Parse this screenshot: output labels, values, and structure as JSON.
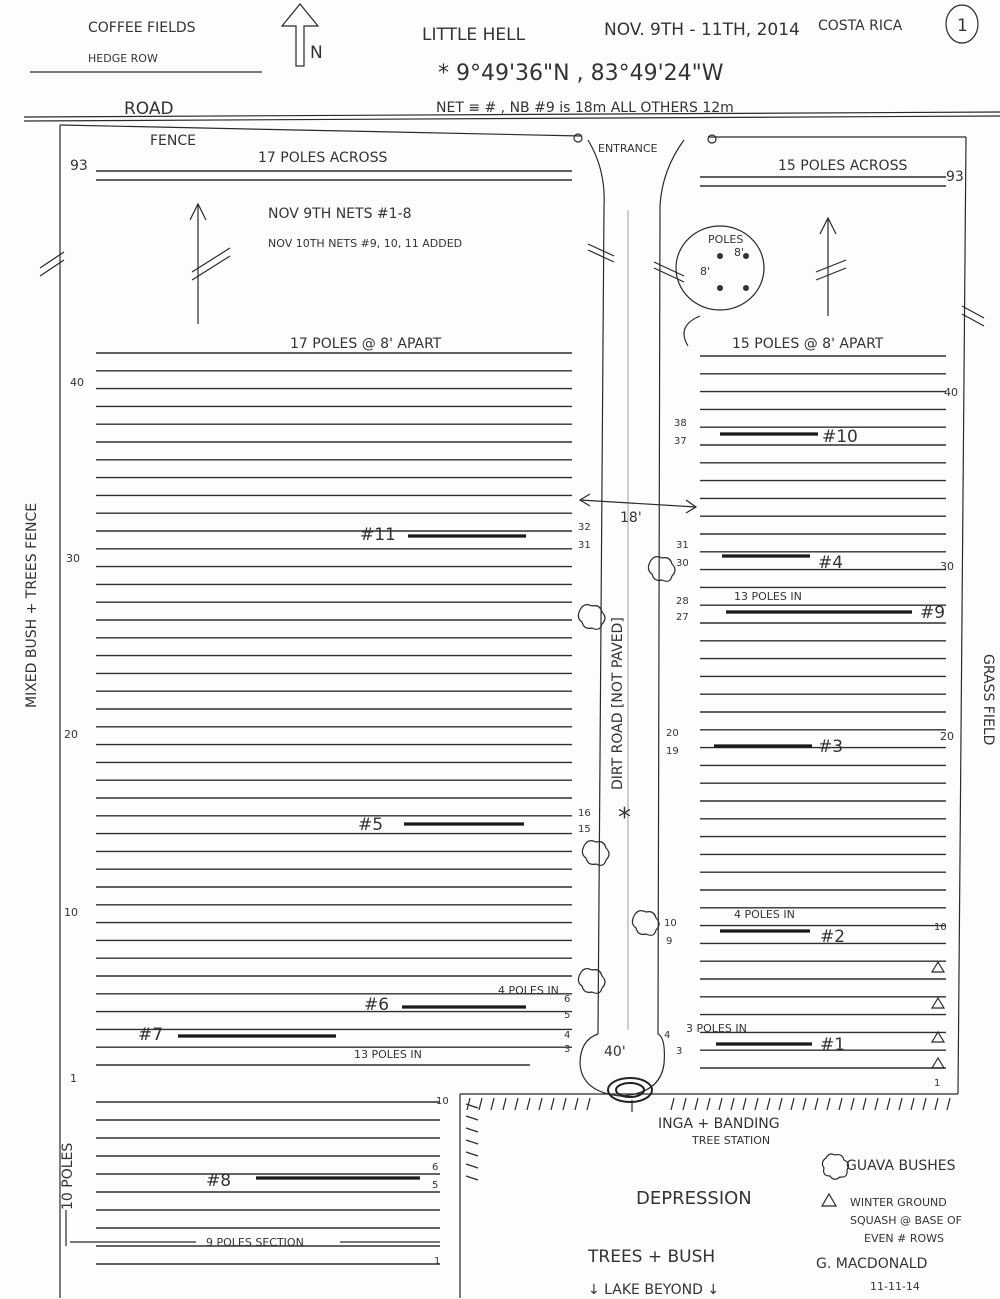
{
  "header": {
    "coffee_fields": "COFFEE FIELDS",
    "hedge_row": "HEDGE ROW",
    "north": "N",
    "site": "LITTLE HELL",
    "dates": "NOV. 9TH - 11TH, 2014",
    "country": "COSTA RICA",
    "page_number": "1",
    "coords": "* 9°49'36\"N , 83°49'24\"W",
    "net_legend": "NET ≡ # , NB #9 is 18m ALL OTHERS 12m",
    "road": "ROAD"
  },
  "labels": {
    "fence_top": "FENCE",
    "entrance": "ENTRANCE",
    "poles_across_left": "17 POLES ACROSS",
    "poles_across_right": "15 POLES ACROSS",
    "row93_left": "93",
    "row93_right": "93",
    "nov9": "NOV 9TH NETS #1-8",
    "nov10": "NOV 10TH NETS #9, 10, 11 ADDED",
    "poles_inset": "POLES",
    "inset_8a": "8'",
    "inset_8b": "8'",
    "poles_apart_left": "17 POLES @ 8' APART",
    "poles_apart_right": "15 POLES @ 8' APART",
    "gap_18": "18'",
    "dirt_road": "DIRT ROAD [NOT PAVED]",
    "west_side": "MIXED BUSH + TREES FENCE",
    "east_side": "GRASS FIELD",
    "gap_40": "40'",
    "inga": "INGA + BANDING",
    "inga2": "TREE STATION",
    "depression": "DEPRESSION",
    "trees_bush": "TREES + BUSH",
    "lake": "↓ LAKE BEYOND ↓",
    "ten_poles": "10 POLES",
    "nine_poles": "9 POLES SECTION",
    "legend_guava": "GUAVA BUSHES",
    "legend_squash1": "WINTER GROUND",
    "legend_squash2": "SQUASH @ BASE OF",
    "legend_squash3": "EVEN # ROWS",
    "signature": "G. MACDONALD",
    "sig_date": "11-11-14"
  },
  "row_numbers": {
    "left_40": "40",
    "left_30": "30",
    "left_20": "20",
    "left_10": "10",
    "left_1": "1",
    "left_32": "32",
    "left_31": "31",
    "left_16": "16",
    "left_15": "15",
    "left_6": "6",
    "left_5": "5",
    "left_4": "4",
    "left_3": "3",
    "right_40": "40",
    "right_30": "30",
    "right_20": "20",
    "right_10": "10",
    "right_1": "1",
    "right_38": "38",
    "right_37": "37",
    "right_31": "31",
    "right_28": "28",
    "right_27": "27",
    "right_20b": "20",
    "right_19": "19",
    "right_10b": "10",
    "right_9": "9",
    "right_4": "4",
    "right_3": "3",
    "lower_10": "10",
    "lower_6": "6",
    "lower_5": "5",
    "lower_1": "1"
  },
  "nets": {
    "n1": "#1",
    "n2": "#2",
    "n3": "#3",
    "n4": "#4",
    "n5": "#5",
    "n6": "#6",
    "n7": "#7",
    "n8": "#8",
    "n9": "#9",
    "n10": "#10",
    "n11": "#11"
  },
  "net_notes": {
    "n9_in": "13 POLES IN",
    "n2_in": "4 POLES IN",
    "n1_in": "3 POLES IN",
    "n6_in": "4 POLES IN",
    "n7_in": "13 POLES IN"
  }
}
